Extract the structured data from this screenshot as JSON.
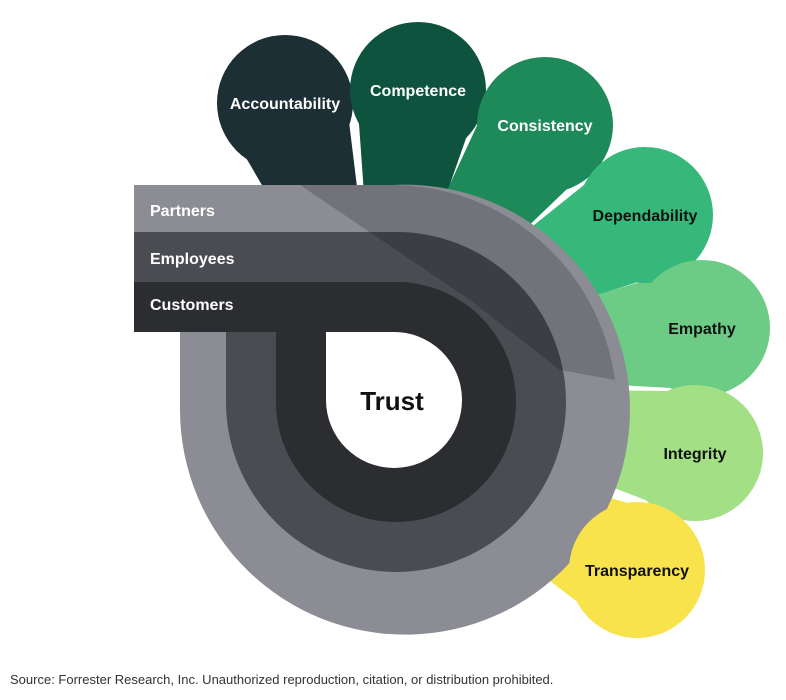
{
  "center": {
    "label": "Trust"
  },
  "stakeholders": [
    {
      "label": "Partners",
      "color": "#8c8d94"
    },
    {
      "label": "Employees",
      "color": "#4a4c52"
    },
    {
      "label": "Customers",
      "color": "#2b2d30"
    }
  ],
  "attributes": [
    {
      "label": "Accountability",
      "color": "#1b2f35",
      "text_color": "#ffffff"
    },
    {
      "label": "Competence",
      "color": "#0d533d",
      "text_color": "#ffffff"
    },
    {
      "label": "Consistency",
      "color": "#1e8a5a",
      "text_color": "#ffffff"
    },
    {
      "label": "Dependability",
      "color": "#35b87a",
      "text_color": "#111111"
    },
    {
      "label": "Empathy",
      "color": "#6ccb85",
      "text_color": "#111111"
    },
    {
      "label": "Integrity",
      "color": "#a3df84",
      "text_color": "#111111"
    },
    {
      "label": "Transparency",
      "color": "#f8e34c",
      "text_color": "#111111"
    }
  ],
  "source": "Source: Forrester Research, Inc. Unauthorized reproduction, citation, or distribution prohibited."
}
